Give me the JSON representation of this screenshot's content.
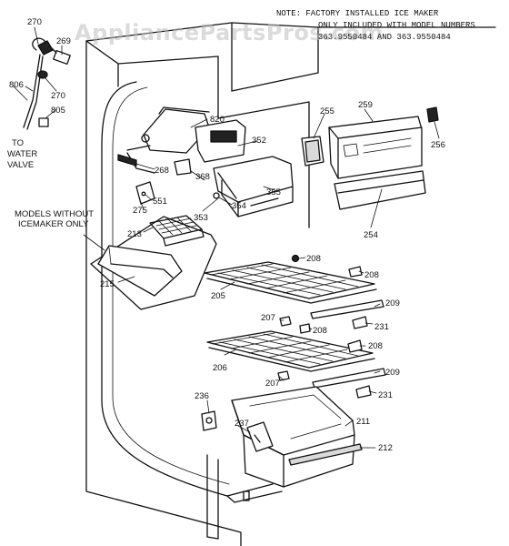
{
  "watermark": "AppliancePartsPros.com",
  "note": {
    "line1": "NOTE:  FACTORY INSTALLED ICE MAKER",
    "line2": "ONLY INCLUDED WITH MODEL NUMBERS",
    "line3": "363.9550484 AND 363.9550484"
  },
  "callouts": {
    "to_water_valve": [
      "TO",
      "WATER",
      "VALVE"
    ],
    "models_without": [
      "MODELS WITHOUT",
      "ICEMAKER ONLY"
    ]
  },
  "parts": [
    {
      "id": "270"
    },
    {
      "id": "269"
    },
    {
      "id": "806"
    },
    {
      "id": "270"
    },
    {
      "id": "805"
    },
    {
      "id": "820"
    },
    {
      "id": "352"
    },
    {
      "id": "268"
    },
    {
      "id": "368"
    },
    {
      "id": "355"
    },
    {
      "id": "354"
    },
    {
      "id": "353"
    },
    {
      "id": "551"
    },
    {
      "id": "275"
    },
    {
      "id": "213"
    },
    {
      "id": "215"
    },
    {
      "id": "255"
    },
    {
      "id": "259"
    },
    {
      "id": "256"
    },
    {
      "id": "254"
    },
    {
      "id": "208"
    },
    {
      "id": "208"
    },
    {
      "id": "205"
    },
    {
      "id": "209"
    },
    {
      "id": "207"
    },
    {
      "id": "208"
    },
    {
      "id": "231"
    },
    {
      "id": "208"
    },
    {
      "id": "206"
    },
    {
      "id": "209"
    },
    {
      "id": "207"
    },
    {
      "id": "231"
    },
    {
      "id": "236"
    },
    {
      "id": "237"
    },
    {
      "id": "211"
    },
    {
      "id": "212"
    }
  ]
}
